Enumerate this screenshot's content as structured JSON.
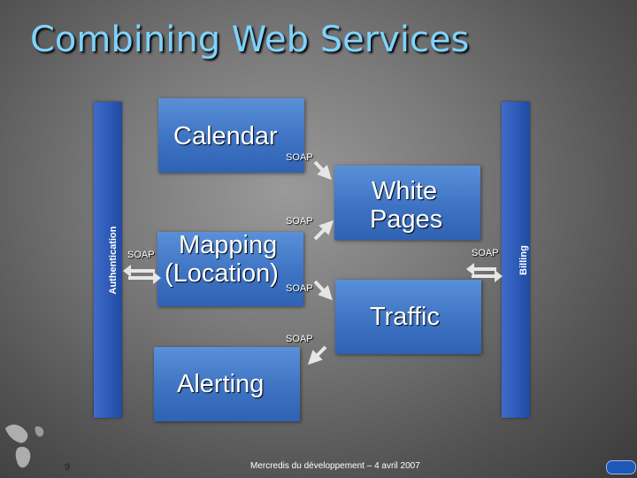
{
  "title": "Combining Web Services",
  "side_bars": {
    "authentication": "Authentication",
    "billing": "Billing"
  },
  "services": {
    "calendar": "Calendar",
    "white_pages_line1": "White",
    "white_pages_line2": "Pages",
    "mapping_line1": "Mapping",
    "mapping_line2": "(Location)",
    "traffic": "Traffic",
    "alerting": "Alerting"
  },
  "soap_labels": {
    "calendar_to_pages": "SOAP",
    "mapping_to_pages": "SOAP",
    "auth_to_mapping": "SOAP",
    "mapping_to_traffic": "SOAP",
    "pages_to_billing": "SOAP",
    "traffic_to_alerting": "SOAP"
  },
  "footer": {
    "page_number": "9",
    "event": "Mercredis du développement – 4 avril 2007"
  },
  "colors": {
    "title": "#7fd3ff",
    "box": "#3e73c3",
    "arrow": "#e6e6e6"
  }
}
